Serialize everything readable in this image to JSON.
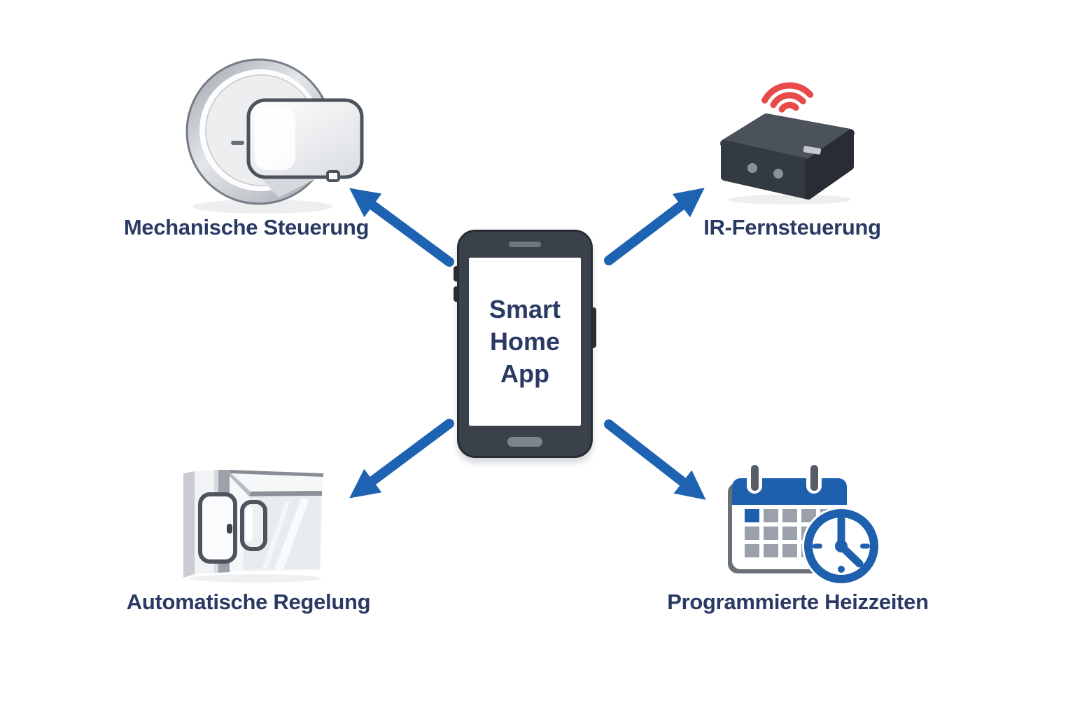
{
  "diagram": {
    "center": {
      "device": "smartphone",
      "screen_text": "Smart\nHome\nApp"
    },
    "nodes": [
      {
        "id": "mechanische-steuerung",
        "label": "Mechanische Steuerung",
        "icon": "thermostat-knob-icon",
        "position": "top-left"
      },
      {
        "id": "ir-fernsteuerung",
        "label": "IR-Fernsteuerung",
        "icon": "ir-gateway-icon",
        "position": "top-right"
      },
      {
        "id": "automatische-regelung",
        "label": "Automatische Regelung",
        "icon": "window-contact-sensor-icon",
        "position": "bottom-left"
      },
      {
        "id": "programmierte-heizzeiten",
        "label": "Programmierte Heizzeiten",
        "icon": "calendar-clock-icon",
        "position": "bottom-right"
      }
    ],
    "colors": {
      "arrow_blue": "#1e63b2",
      "label_navy": "#2b3a64",
      "wifi_red": "#e84a4a",
      "calendar_blue": "#1e5fae",
      "phone_body": "#3a414b"
    }
  }
}
